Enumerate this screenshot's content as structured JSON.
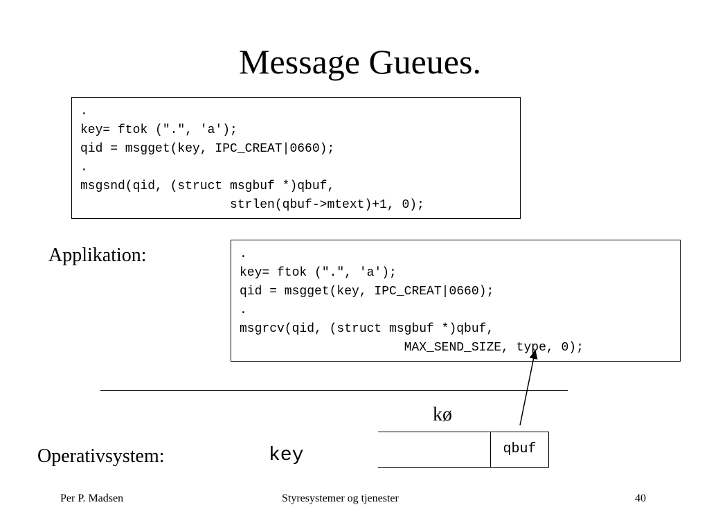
{
  "title": "Message Gueues.",
  "sender_code": {
    "lines": [
      ".",
      "key= ftok (\".\", 'a');",
      "qid = msgget(key, IPC_CREAT|0660);",
      ".",
      "msgsnd(qid, (struct msgbuf *)qbuf,",
      "                    strlen(qbuf->mtext)+1, 0);"
    ]
  },
  "application_label": "Applikation:",
  "receiver_code": {
    "lines": [
      ".",
      "key= ftok (\".\", 'a');",
      "qid = msgget(key, IPC_CREAT|0660);",
      ".",
      "msgrcv(qid, (struct msgbuf *)qbuf,",
      "                      MAX_SEND_SIZE, type, 0);"
    ]
  },
  "os_label": "Operativsystem:",
  "key_label": "key",
  "queue": {
    "label": "kø",
    "buffer_label": "qbuf"
  },
  "footer": {
    "author": "Per P. Madsen",
    "course": "Styresystemer og tjenester",
    "page": "40"
  }
}
